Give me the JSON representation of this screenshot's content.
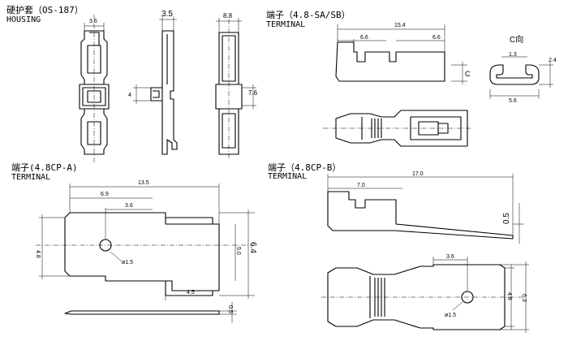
{
  "sections": {
    "housing": {
      "title": "硬护套（OS-187）",
      "subtitle": "HOUSING"
    },
    "terminal_sa_sb": {
      "title": "端子（4.8-SA/SB）",
      "subtitle": "TERMINAL"
    },
    "terminal_cp_a": {
      "title": "端子(4.8CP-A)",
      "subtitle": "TERMINAL"
    },
    "terminal_cp_b": {
      "title": "端子（4.8CP-B）",
      "subtitle": "TERMINAL"
    }
  },
  "view_label": "C向",
  "section_marker": "C",
  "dimensions": {
    "housing_width": "3.6",
    "housing_side": "3.5",
    "housing_end": "8.8",
    "housing_slot": "4",
    "housing_height": "7.6",
    "sa_length": "15.4",
    "sa_left": "6.6",
    "sa_right": "6.6",
    "cview_top": "1.3",
    "cview_height": "2.4",
    "cview_width": "5.6",
    "a_length": "13.5",
    "a_offset": "6.9",
    "a_hole": "3.6",
    "a_hole_dia": "ø1.5",
    "a_width": "4.8",
    "a_inner": "5.0",
    "a_outer": "6.4",
    "a_tab": "4.5",
    "a_thick": "0.5",
    "b_length": "17.0",
    "b_offset": "7.0",
    "b_thick": "0.5",
    "b_hole": "3.6",
    "b_hole_dia": "ø1.5",
    "b_width": "4.8",
    "b_outer": "6.3"
  }
}
